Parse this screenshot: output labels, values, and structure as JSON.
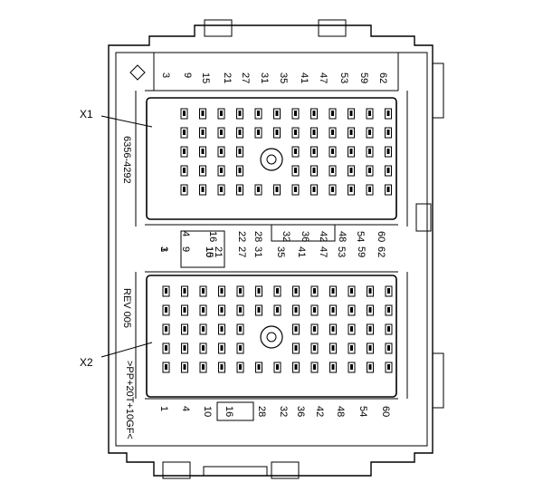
{
  "connectors": {
    "x1_label": "X1",
    "x2_label": "X2"
  },
  "part_number": "6356-4292",
  "revision": "REV 005",
  "material": ">PP+20T+10GF<",
  "pin_numbers": {
    "x1_top": [
      "3",
      "9",
      "15",
      "21",
      "27",
      "31",
      "35",
      "41",
      "47",
      "53",
      "59",
      "62"
    ],
    "x2_top_row_a": [
      "4",
      "16",
      "22",
      "28",
      "32",
      "36",
      "42",
      "48",
      "54",
      "60"
    ],
    "x2_top_row_b": [
      "1",
      "3",
      "9",
      "10",
      "15",
      "21",
      "27",
      "31",
      "35",
      "41",
      "47",
      "53",
      "59",
      "62"
    ],
    "x2_bottom": [
      "1",
      "4",
      "10",
      "16",
      "28",
      "32",
      "36",
      "42",
      "48",
      "54",
      "60"
    ]
  }
}
